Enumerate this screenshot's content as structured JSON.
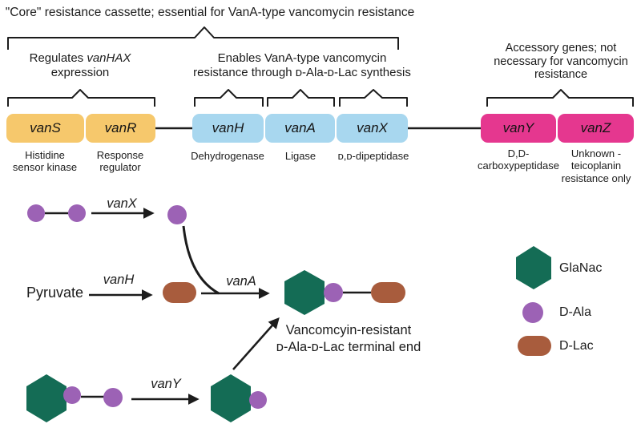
{
  "header": {
    "title": "\"Core\" resistance cassette; essential for VanA-type vancomycin resistance",
    "regulates": {
      "prefix": "Regulates ",
      "gene": "vanHAX",
      "line2": "expression"
    },
    "enables": {
      "line1": "Enables VanA-type vancomycin",
      "line2": "resistance through ᴅ-Ala-ᴅ-Lac synthesis"
    },
    "accessory": {
      "line1": "Accessory genes; not",
      "line2": "necessary for vancomycin",
      "line3": "resistance"
    }
  },
  "genes": [
    {
      "name": "vanS",
      "color": "#F6C86C",
      "function": [
        "Histidine",
        "sensor kinase"
      ]
    },
    {
      "name": "vanR",
      "color": "#F6C86C",
      "function": [
        "Response",
        "regulator"
      ]
    },
    {
      "name": "vanH",
      "color": "#A8D7EF",
      "function": [
        "Dehydrogenase"
      ]
    },
    {
      "name": "vanA",
      "color": "#A8D7EF",
      "function": [
        "Ligase"
      ]
    },
    {
      "name": "vanX",
      "color": "#A8D7EF",
      "function": [
        "ᴅ,ᴅ-dipeptidase"
      ]
    },
    {
      "name": "vanY",
      "color": "#E5378F",
      "function": [
        "D,D-",
        "carboxypeptidase"
      ]
    },
    {
      "name": "vanZ",
      "color": "#E5378F",
      "function": [
        "Unknown -",
        "teicoplanin",
        "resistance only"
      ]
    }
  ],
  "pathway": {
    "substrate_label": "Pyruvate",
    "reaction_vanX": "vanX",
    "reaction_vanH": "vanH",
    "reaction_vanA": "vanA",
    "reaction_vanY": "vanY",
    "product_caption_line1": "Vancomcyin-resistant",
    "product_caption_line2": "ᴅ-Ala-ᴅ-Lac terminal end"
  },
  "legend": [
    {
      "shape": "hexagon",
      "label": "GlaNac",
      "color": "#146C55"
    },
    {
      "shape": "circle",
      "label": "D-Ala",
      "color": "#9C62B5"
    },
    {
      "shape": "pill",
      "label": "D-Lac",
      "color": "#A85C3D"
    }
  ],
  "colors": {
    "regulatory_genes": "#F6C86C",
    "core_genes": "#A8D7EF",
    "accessory_genes": "#E5378F",
    "glcnac_hexagon": "#146C55",
    "d_ala_circle": "#9C62B5",
    "d_lac_pill": "#A85C3D",
    "lines_text": "#1c1c1c"
  }
}
